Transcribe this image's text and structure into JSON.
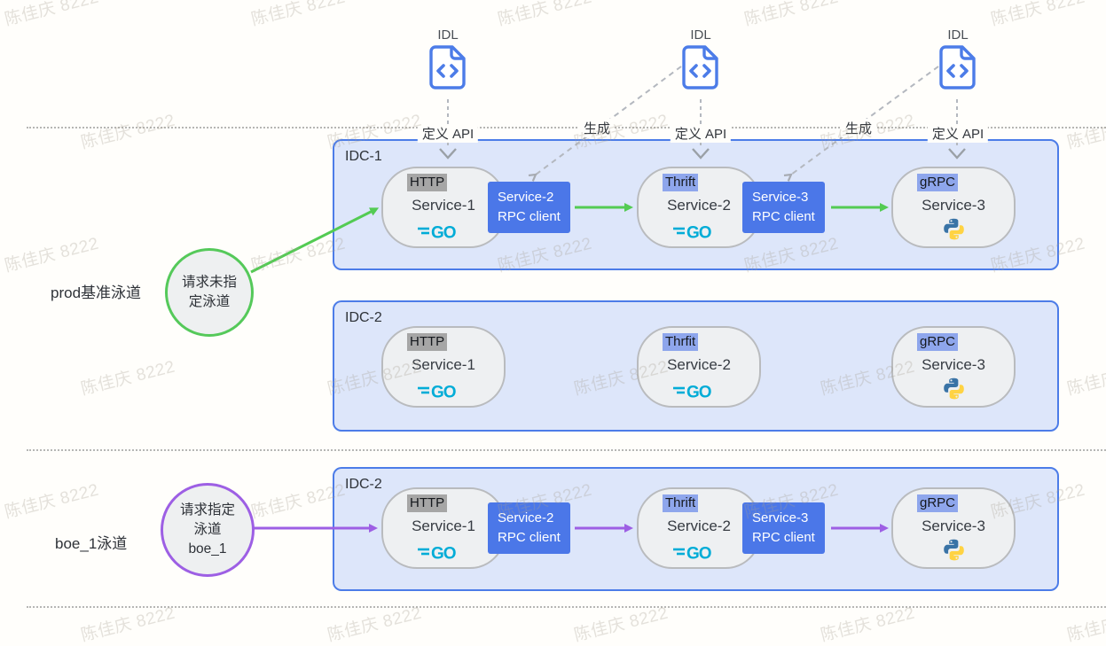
{
  "watermark": {
    "text": "陈佳庆 8222"
  },
  "idl": {
    "label": "IDL",
    "define_api": "定义 API",
    "generate": "生成"
  },
  "logos": {
    "go": "GO"
  },
  "lanes": {
    "prod": {
      "label": "prod基准泳道",
      "circle": [
        "请求未指",
        "定泳道"
      ]
    },
    "boe": {
      "label": "boe_1泳道",
      "circle": [
        "请求指定",
        "泳道",
        "boe_1"
      ]
    }
  },
  "boxes": [
    {
      "label": "IDC-1",
      "services": [
        {
          "protocol": "HTTP",
          "name": "Service-1",
          "lang": "go"
        },
        {
          "protocol": "Thrift",
          "name": "Service-2",
          "lang": "go"
        },
        {
          "protocol": "gRPC",
          "name": "Service-3",
          "lang": "python"
        }
      ],
      "rpc_clients": [
        [
          "Service-2",
          "RPC client"
        ],
        [
          "Service-3",
          "RPC client"
        ]
      ]
    },
    {
      "label": "IDC-2",
      "services": [
        {
          "protocol": "HTTP",
          "name": "Service-1",
          "lang": "go"
        },
        {
          "protocol": "Thrfit",
          "name": "Service-2",
          "lang": "go"
        },
        {
          "protocol": "gRPC",
          "name": "Service-3",
          "lang": "python"
        }
      ]
    },
    {
      "label": "IDC-2",
      "services": [
        {
          "protocol": "HTTP",
          "name": "Service-1",
          "lang": "go"
        },
        {
          "protocol": "Thrift",
          "name": "Service-2",
          "lang": "go"
        },
        {
          "protocol": "gRPC",
          "name": "Service-3",
          "lang": "python"
        }
      ],
      "rpc_clients": [
        [
          "Service-2",
          "RPC client"
        ],
        [
          "Service-3",
          "RPC client"
        ]
      ]
    }
  ],
  "colors": {
    "accent_blue": "#4c7ce8",
    "idc_fill": "#dde6fa",
    "rpc_fill": "#4b77e8",
    "lane_green": "#53cb53",
    "lane_purple": "#9d5fe4",
    "protocol_gray_bg": "#a6a6a6",
    "protocol_blue_bg": "#8ea6ec",
    "stadium_fill": "#eef0f2",
    "go_cyan": "#00acd7",
    "python_blue": "#3973a6",
    "python_yellow": "#ffd343"
  }
}
